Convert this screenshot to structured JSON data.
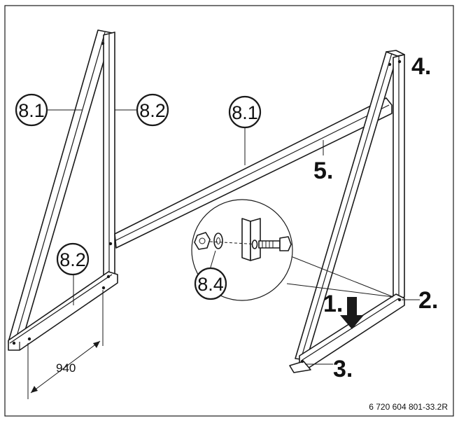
{
  "callouts": {
    "left_diagonal": "8.1",
    "left_vertical": "8.2",
    "crossbar": "8.1",
    "bottom_rail": "8.2",
    "fastener_detail": "8.4"
  },
  "steps": {
    "step1": "1.",
    "step2": "2.",
    "step3": "3.",
    "step4": "4.",
    "step5": "5."
  },
  "dimension": {
    "value": "940"
  },
  "reference_number": "6 720 604 801-33.2R"
}
